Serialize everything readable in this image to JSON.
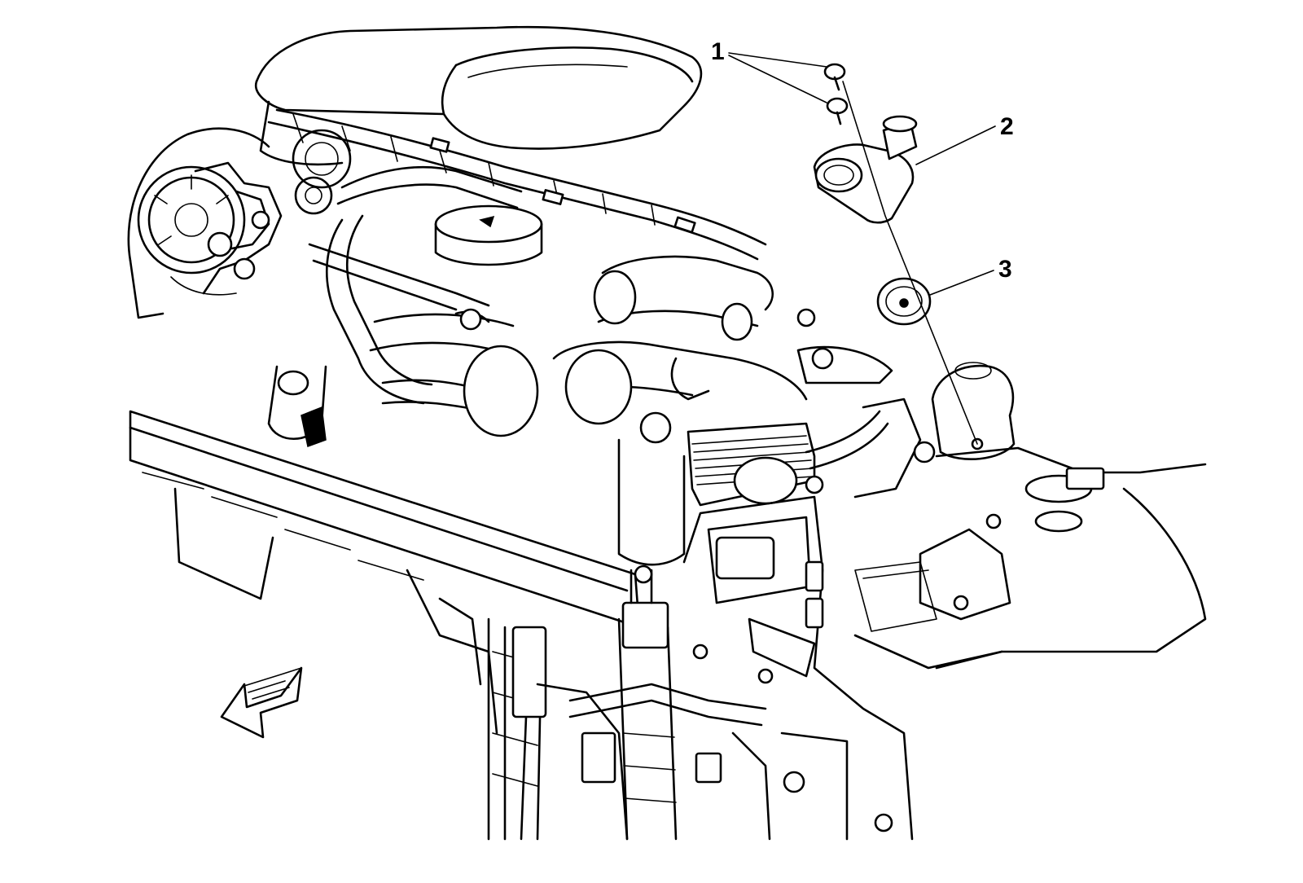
{
  "callouts": [
    {
      "number": "1",
      "part": "bolts"
    },
    {
      "number": "2",
      "part": "thermostat-housing"
    },
    {
      "number": "3",
      "part": "thermostat"
    }
  ],
  "icons": {
    "front_direction": "front-direction-arrow-icon"
  },
  "colors": {
    "line": "#000000",
    "background": "#ffffff"
  }
}
